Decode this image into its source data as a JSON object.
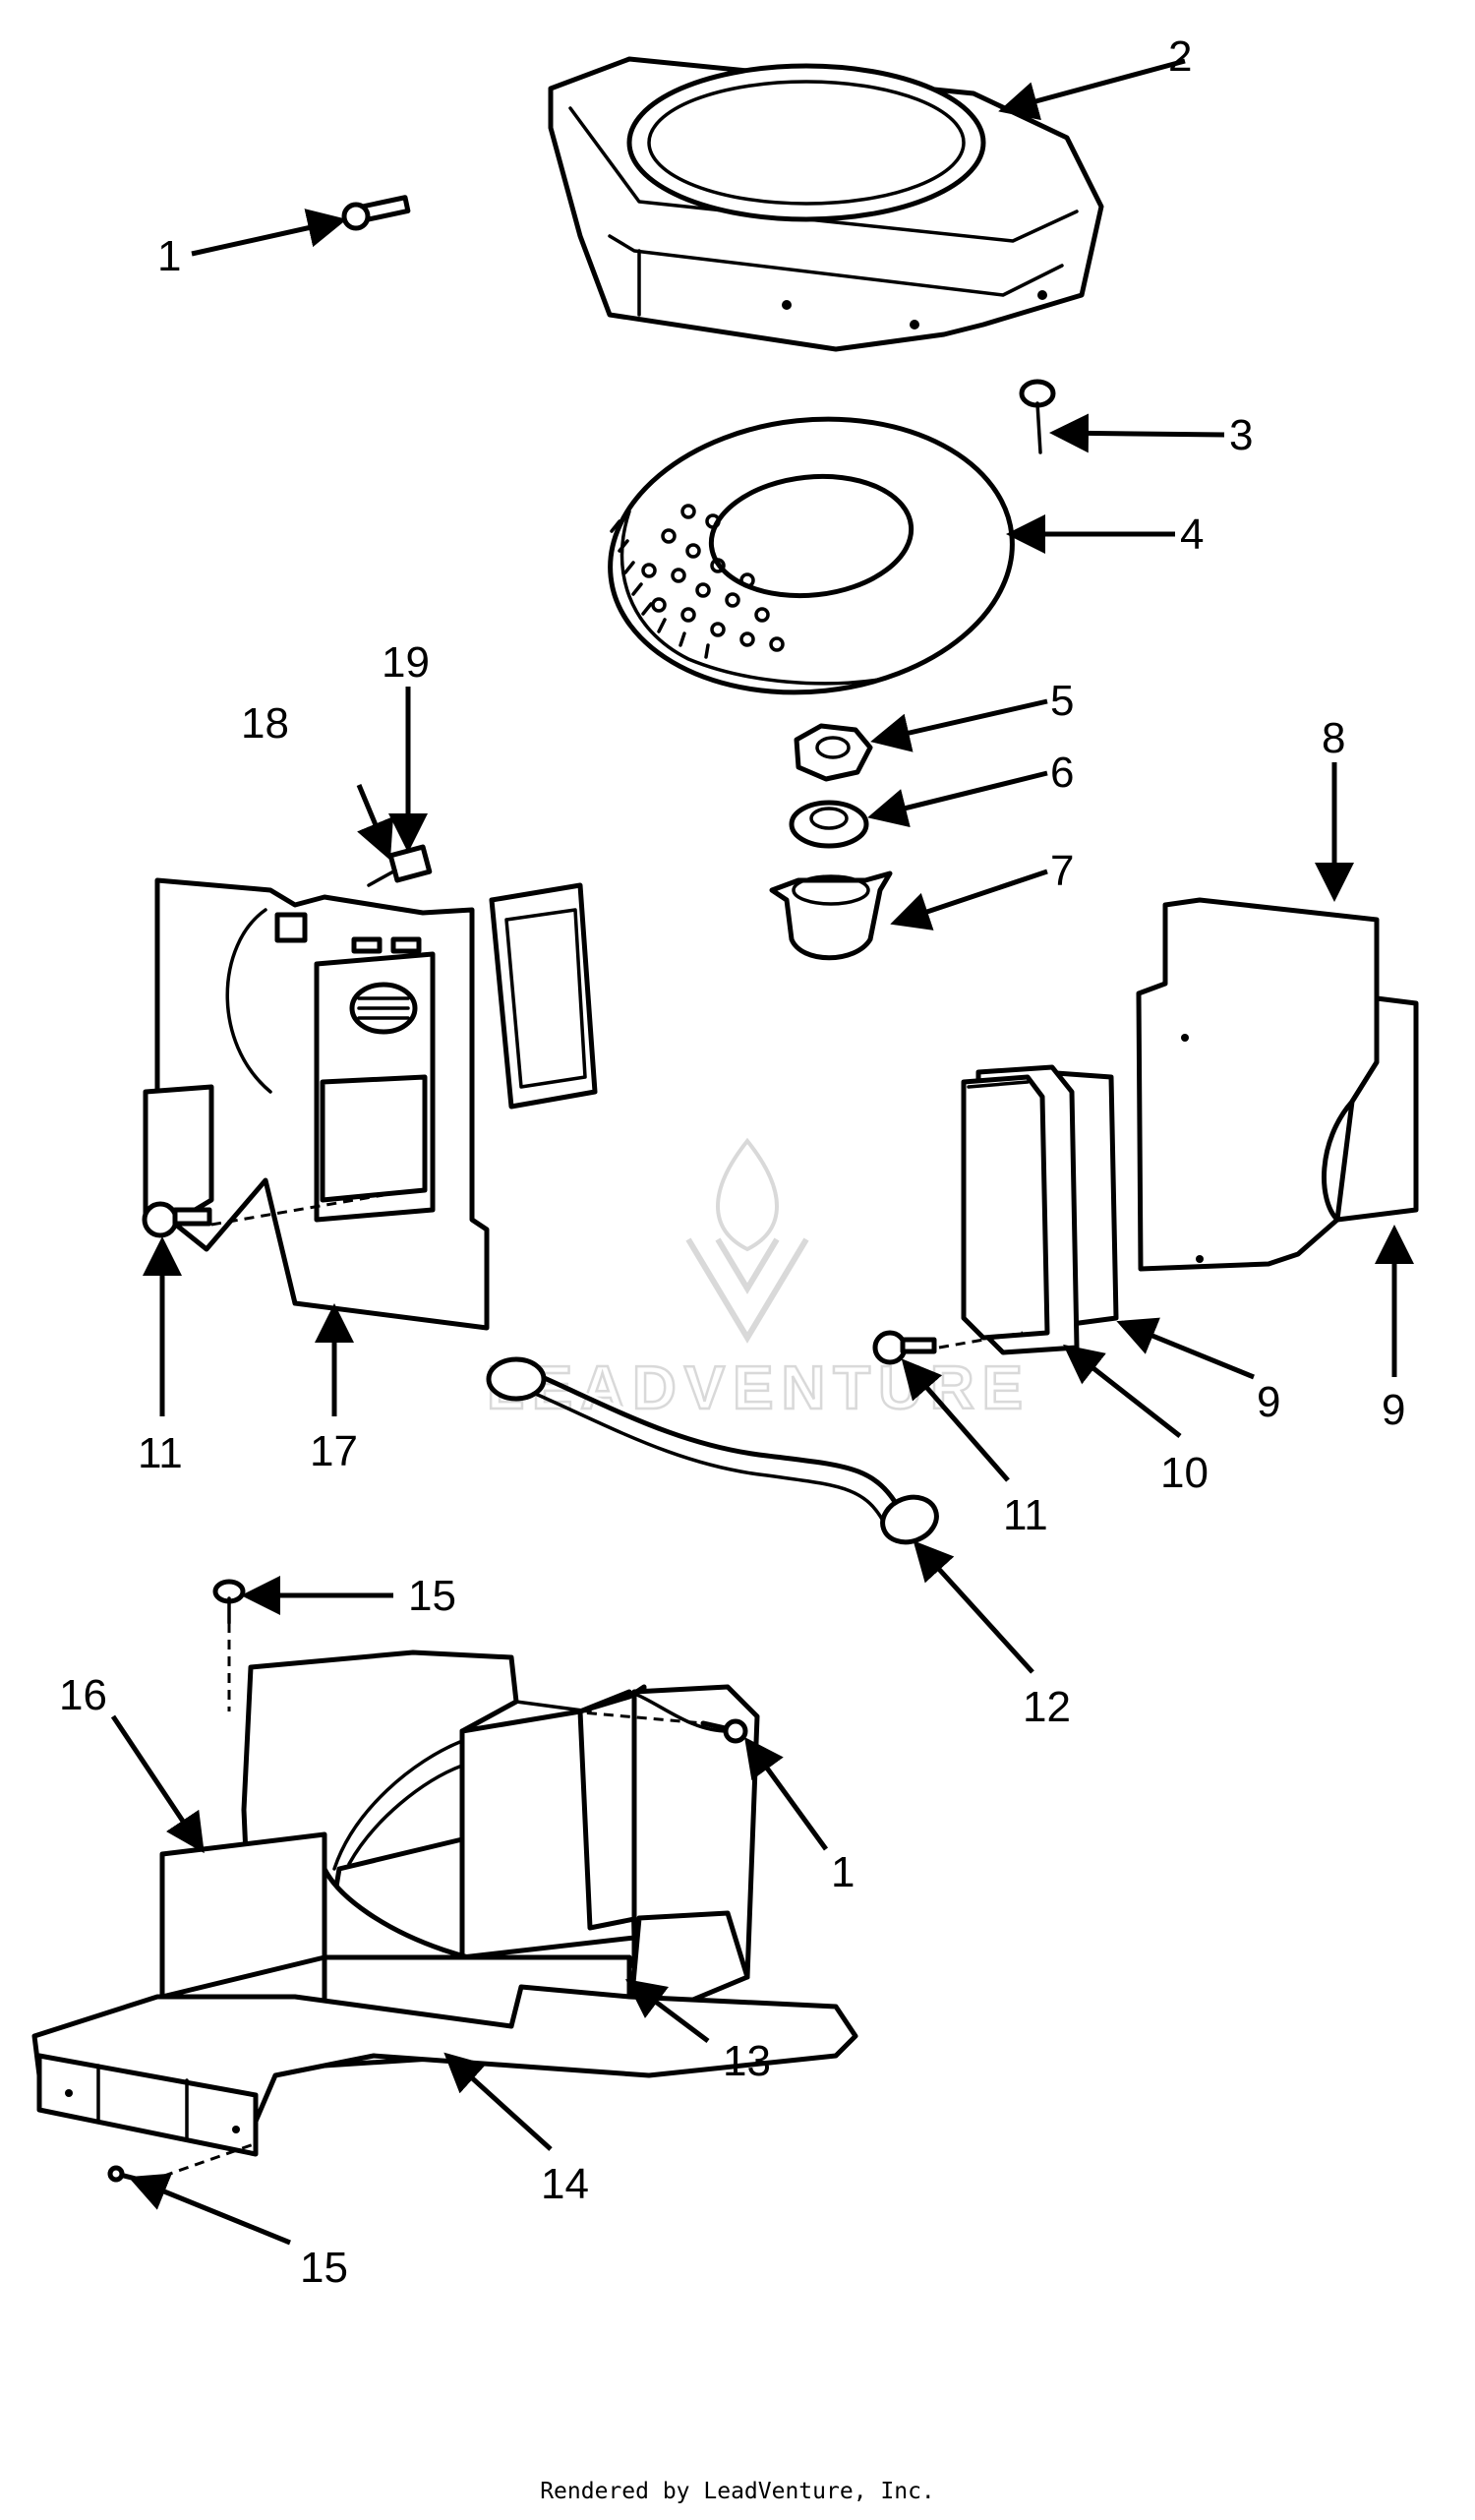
{
  "diagram": {
    "callouts": [
      "1",
      "2",
      "3",
      "4",
      "5",
      "6",
      "7",
      "8",
      "9",
      "9",
      "10",
      "11",
      "11",
      "12",
      "13",
      "14",
      "15",
      "15",
      "16",
      "17",
      "18",
      "19",
      "1"
    ],
    "watermark": "LEADVENTURE",
    "footer": "Rendered by LeadVenture, Inc."
  }
}
